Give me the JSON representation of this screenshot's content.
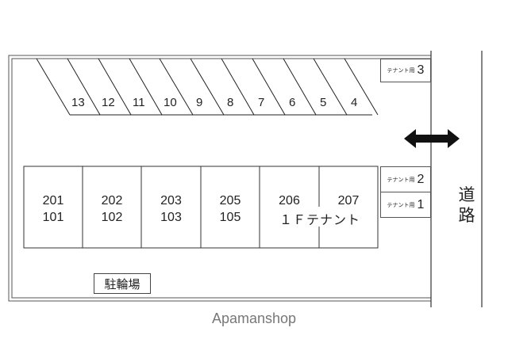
{
  "parking_spaces": [
    "13",
    "12",
    "11",
    "10",
    "9",
    "8",
    "7",
    "6",
    "5",
    "4"
  ],
  "units": [
    {
      "upper": "201",
      "lower": "101"
    },
    {
      "upper": "202",
      "lower": "102"
    },
    {
      "upper": "203",
      "lower": "103"
    },
    {
      "upper": "205",
      "lower": "105"
    },
    {
      "upper": "206",
      "lower": ""
    },
    {
      "upper": "207",
      "lower": ""
    }
  ],
  "first_floor_tenant": "１Ｆテナント",
  "tenant_spaces": [
    {
      "label": "テナント用",
      "number": "3"
    },
    {
      "label": "テナント用",
      "number": "2"
    },
    {
      "label": "テナント用",
      "number": "1"
    }
  ],
  "road_label": "道路",
  "bicycle_parking": "駐輪場",
  "watermark": "Apamanshop",
  "colors": {
    "line": "#333333",
    "watermark": "#777777"
  }
}
